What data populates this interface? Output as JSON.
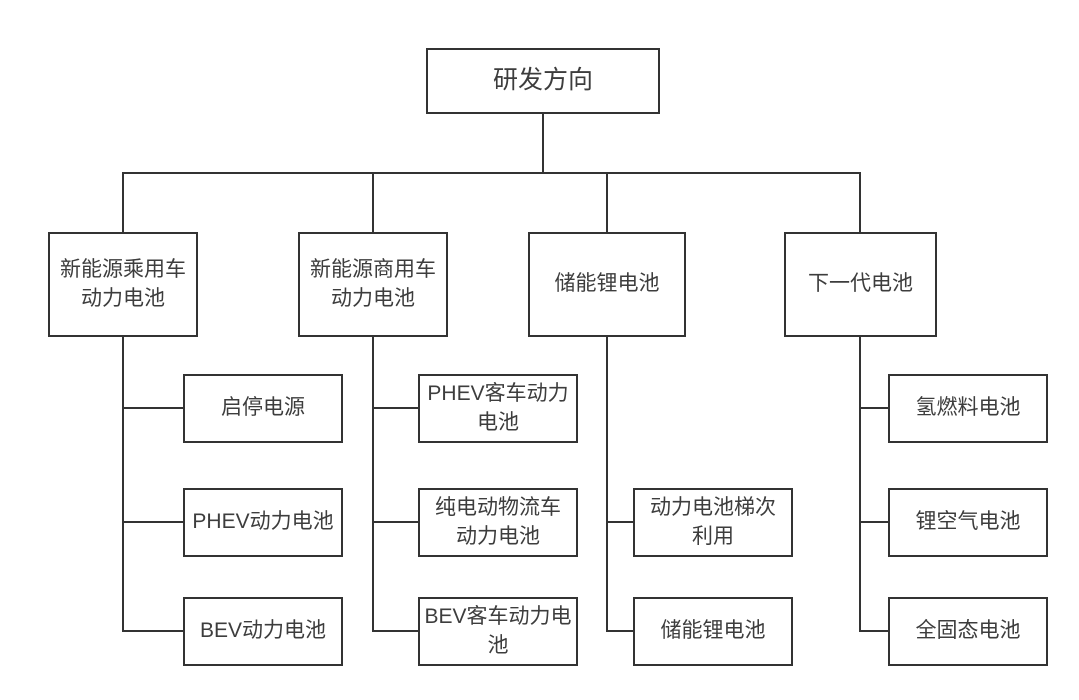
{
  "diagram": {
    "colors": {
      "line": "#333333",
      "border": "#333333",
      "text": "#3d3d3d",
      "background": "#ffffff"
    },
    "root": {
      "label": "研发方向"
    },
    "branches": [
      {
        "label": "新能源乘用车\n动力电池",
        "children": [
          "启停电源",
          "PHEV动力电池",
          "BEV动力电池"
        ]
      },
      {
        "label": "新能源商用车\n动力电池",
        "children": [
          "PHEV客车动力\n电池",
          "纯电动物流车\n动力电池",
          "BEV客车动力电\n池"
        ]
      },
      {
        "label": "储能锂电池",
        "children": [
          "动力电池梯次\n利用",
          "储能锂电池"
        ]
      },
      {
        "label": "下一代电池",
        "children": [
          "氢燃料电池",
          "锂空气电池",
          "全固态电池"
        ]
      }
    ]
  }
}
